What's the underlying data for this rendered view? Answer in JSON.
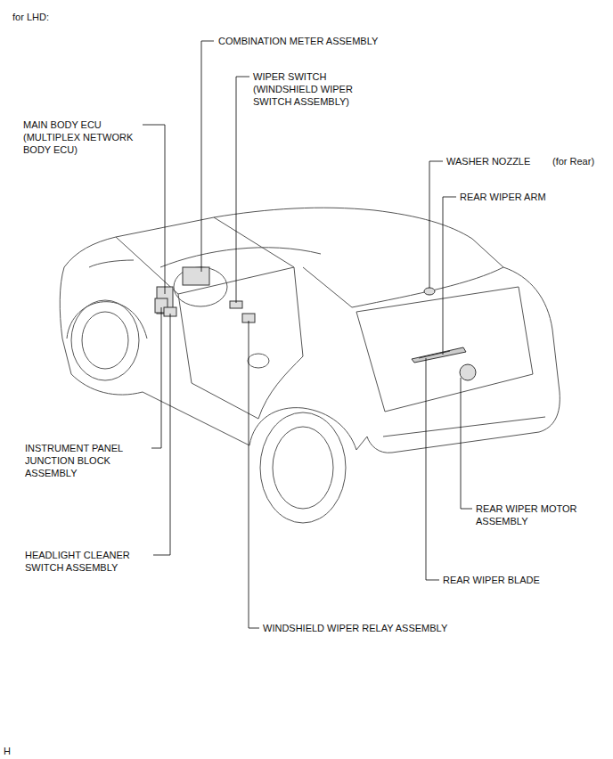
{
  "diagram": {
    "labels": [
      "for LHD:",
      "COMBINATION METER ASSEMBLY",
      "WIPER SWITCH",
      "(WINDSHIELD WIPER SWITCH ASSEMBLY)",
      "MAIN BODY ECU",
      "(MULTIPLEX NETWORK BODY ECU)",
      "WASHER NOZZLE",
      "(for Rear)",
      "REAR WIPER ARM",
      "INSTRUMENT PANEL JUNCTION BLOCK ASSEMBLY",
      "HEADLIGHT CLEANER SWITCH ASSEMBLY",
      "REAR WIPER MOTOR ASSEMBLY",
      "REAR WIPER BLADE",
      "WINDSHIELD WIPER RELAY ASSEMBLY",
      "H"
    ]
  }
}
